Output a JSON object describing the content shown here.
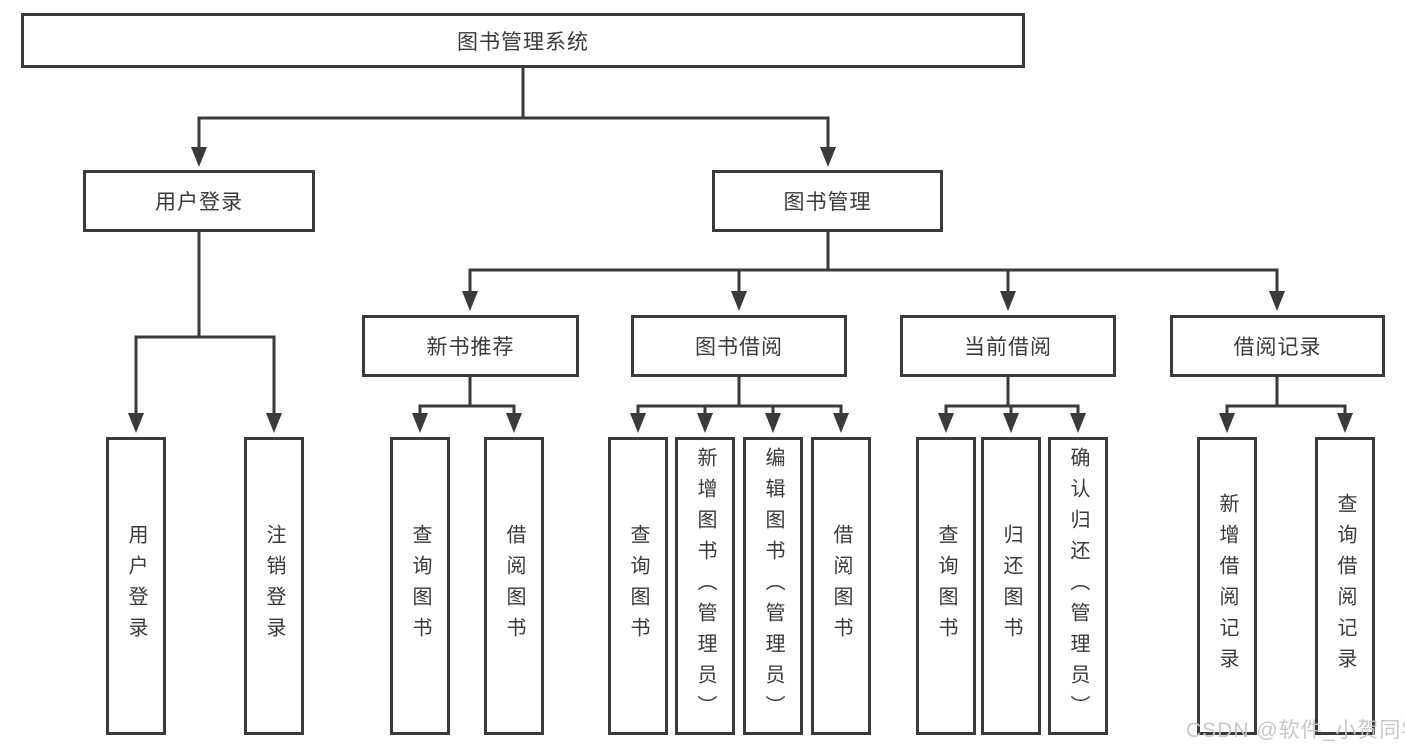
{
  "diagram": {
    "root": {
      "label": "图书管理系统"
    },
    "level2": [
      {
        "label": "用户登录"
      },
      {
        "label": "图书管理"
      }
    ],
    "level3": [
      {
        "label": "新书推荐"
      },
      {
        "label": "图书借阅"
      },
      {
        "label": "当前借阅"
      },
      {
        "label": "借阅记录"
      }
    ],
    "leaves": {
      "login": [
        "用户登录",
        "注销登录"
      ],
      "newbook": [
        "查询图书",
        "借阅图书"
      ],
      "borrow": [
        "查询图书",
        "新增图书（管理员）",
        "编辑图书（管理员）",
        "借阅图书"
      ],
      "current": [
        "查询图书",
        "归还图书",
        "确认归还（管理员）"
      ],
      "records": [
        "新增借阅记录",
        "查询借阅记录"
      ]
    }
  },
  "watermark": {
    "text": "CSDN @软件_小贺同学"
  },
  "colors": {
    "line": "#3a3a3a",
    "text": "#3a3a3a",
    "watermark": "#c5c5c5",
    "background": "#ffffff"
  }
}
